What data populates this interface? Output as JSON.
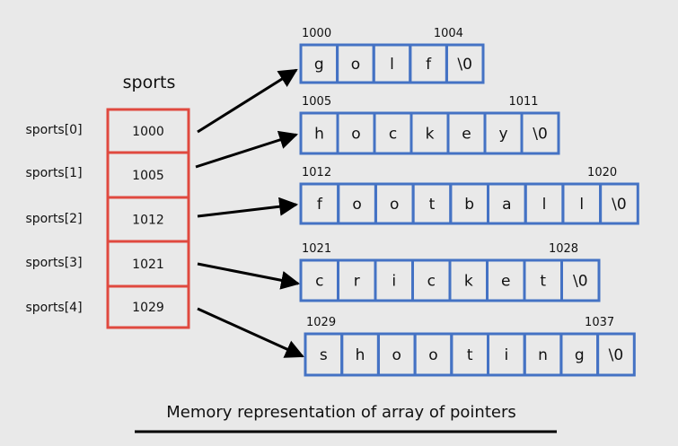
{
  "title": "sports",
  "caption": "Memory representation of array of pointers",
  "colors": {
    "background": "#e9e9e9",
    "array_border": "#e0493f",
    "string_border": "#4472c4",
    "arrow": "#000000",
    "text": "#111111"
  },
  "pointer_array": [
    {
      "label": "sports[0]",
      "value": "1000"
    },
    {
      "label": "sports[1]",
      "value": "1005"
    },
    {
      "label": "sports[2]",
      "value": "1012"
    },
    {
      "label": "sports[3]",
      "value": "1021"
    },
    {
      "label": "sports[4]",
      "value": "1029"
    }
  ],
  "strings": [
    {
      "start_address": "1000",
      "end_address": "1004",
      "chars": [
        "g",
        "o",
        "l",
        "f",
        "\\0"
      ]
    },
    {
      "start_address": "1005",
      "end_address": "1011",
      "chars": [
        "h",
        "o",
        "c",
        "k",
        "e",
        "y",
        "\\0"
      ]
    },
    {
      "start_address": "1012",
      "end_address": "1020",
      "chars": [
        "f",
        "o",
        "o",
        "t",
        "b",
        "a",
        "l",
        "l",
        "\\0"
      ]
    },
    {
      "start_address": "1021",
      "end_address": "1028",
      "chars": [
        "c",
        "r",
        "i",
        "c",
        "k",
        "e",
        "t",
        "\\0"
      ]
    },
    {
      "start_address": "1029",
      "end_address": "1037",
      "chars": [
        "s",
        "h",
        "o",
        "o",
        "t",
        "i",
        "n",
        "g",
        "\\0"
      ]
    }
  ]
}
